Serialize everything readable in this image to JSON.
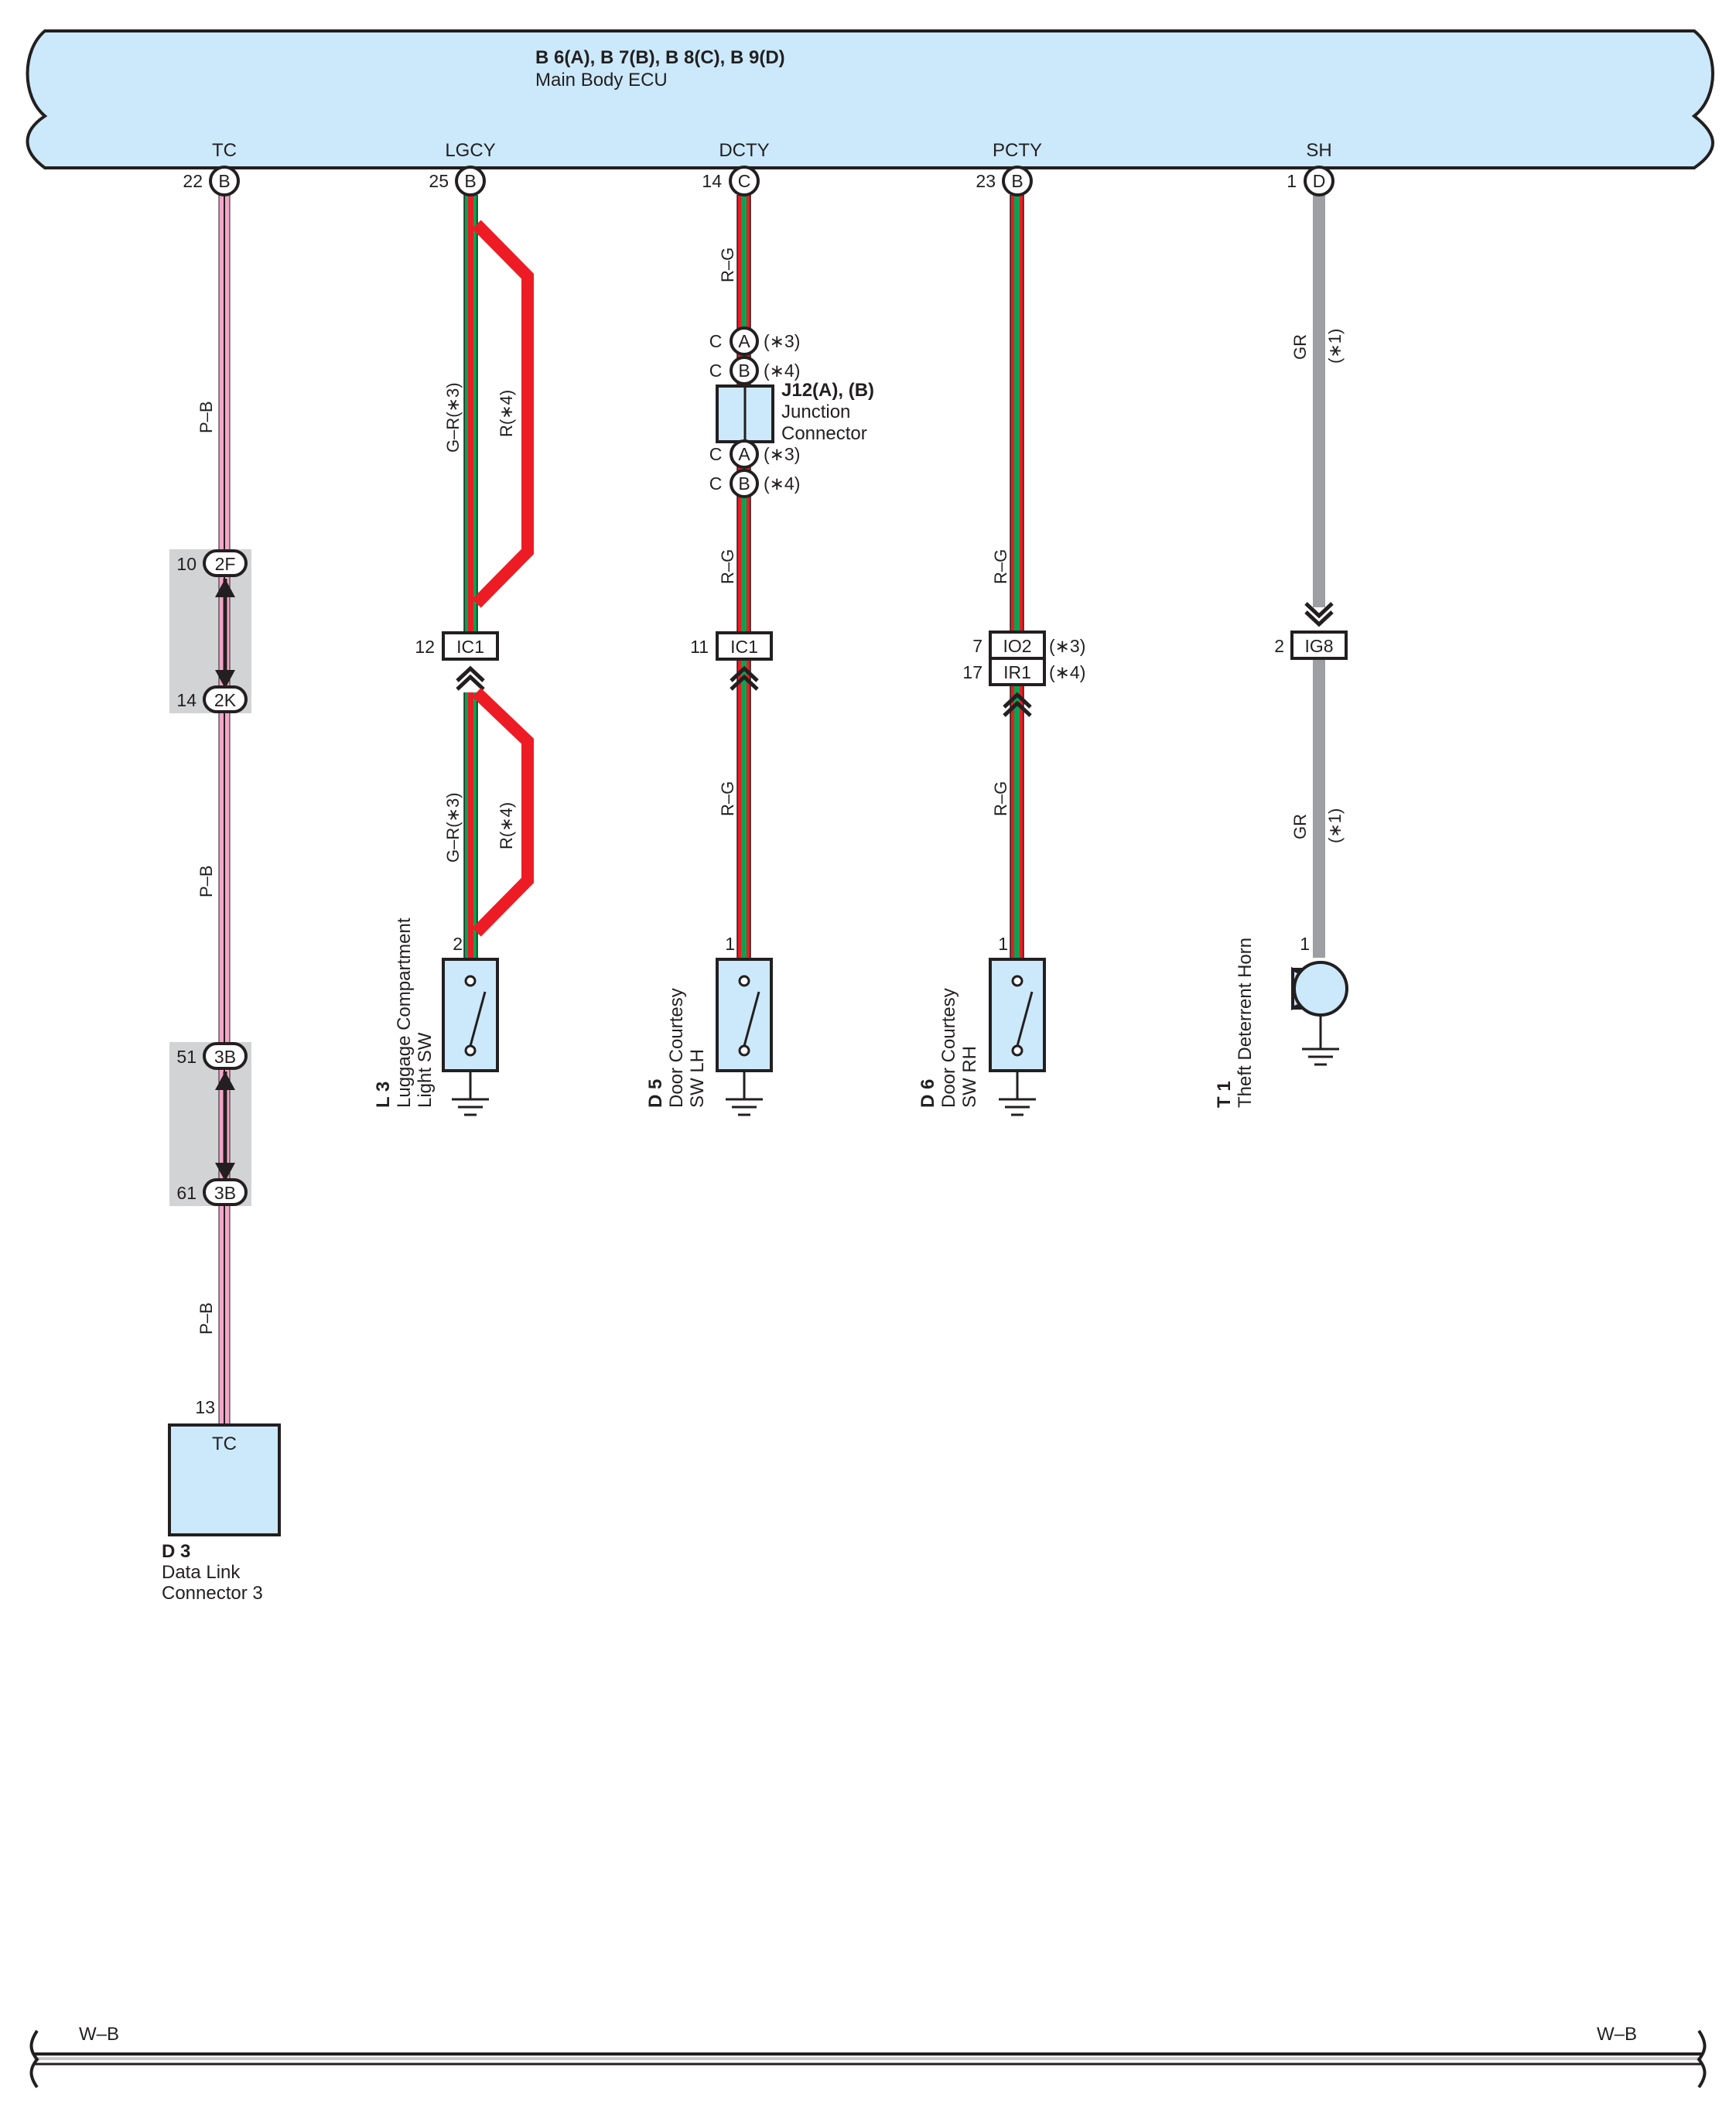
{
  "ecu": {
    "title": "B 6(A), B 7(B), B 8(C), B 9(D)",
    "subtitle": "Main Body ECU",
    "terminals": [
      "TC",
      "LGCY",
      "DCTY",
      "PCTY",
      "SH"
    ]
  },
  "colors": {
    "ecu_fill": "#cbe9fb",
    "pink": "#f4a6c8",
    "red": "#ed1c24",
    "green": "#00a651",
    "gray": "#9d9fa2",
    "shade": "#d1d3d4"
  },
  "tc": {
    "pin_ecu": "22",
    "conn_ecu": "B",
    "wire": "P–B",
    "j1_pin": "10",
    "j1": "2F",
    "j2_pin": "14",
    "j2": "2K",
    "j3_pin": "51",
    "j3": "3B",
    "j4_pin": "61",
    "j4": "3B",
    "dlc_pin": "13",
    "dlc_label": "TC",
    "dlc_code": "D 3",
    "dlc_name1": "Data Link",
    "dlc_name2": "Connector 3"
  },
  "lgcy": {
    "pin_ecu": "25",
    "conn_ecu": "B",
    "wire_a": "G–R(∗3)",
    "wire_b": "R(∗4)",
    "ic_pin": "12",
    "ic": "IC1",
    "sw_pin": "2",
    "code": "L 3",
    "name1": "Luggage Compartment",
    "name2": "Light SW"
  },
  "dcty": {
    "pin_ecu": "14",
    "conn_ecu": "C",
    "wire": "R–G",
    "j_c": "C",
    "j_a": "A",
    "j_b": "B",
    "n3": "(∗3)",
    "n4": "(∗4)",
    "jc_code": "J12(A), (B)",
    "jc_name1": "Junction",
    "jc_name2": "Connector",
    "ic_pin": "11",
    "ic": "IC1",
    "sw_pin": "1",
    "code": "D 5",
    "name1": "Door Courtesy",
    "name2": "SW LH"
  },
  "pcty": {
    "pin_ecu": "23",
    "conn_ecu": "B",
    "wire": "R–G",
    "io_pin": "7",
    "io": "IO2",
    "io_note": "(∗3)",
    "ir_pin": "17",
    "ir": "IR1",
    "ir_note": "(∗4)",
    "sw_pin": "1",
    "code": "D 6",
    "name1": "Door Courtesy",
    "name2": "SW RH"
  },
  "sh": {
    "pin_ecu": "1",
    "conn_ecu": "D",
    "wire": "GR",
    "note": "(∗1)",
    "ig_pin": "2",
    "ig": "IG8",
    "horn_pin": "1",
    "code": "T 1",
    "name": "Theft Deterrent Horn"
  },
  "ground_bus": {
    "left": "W–B",
    "right": "W–B"
  }
}
